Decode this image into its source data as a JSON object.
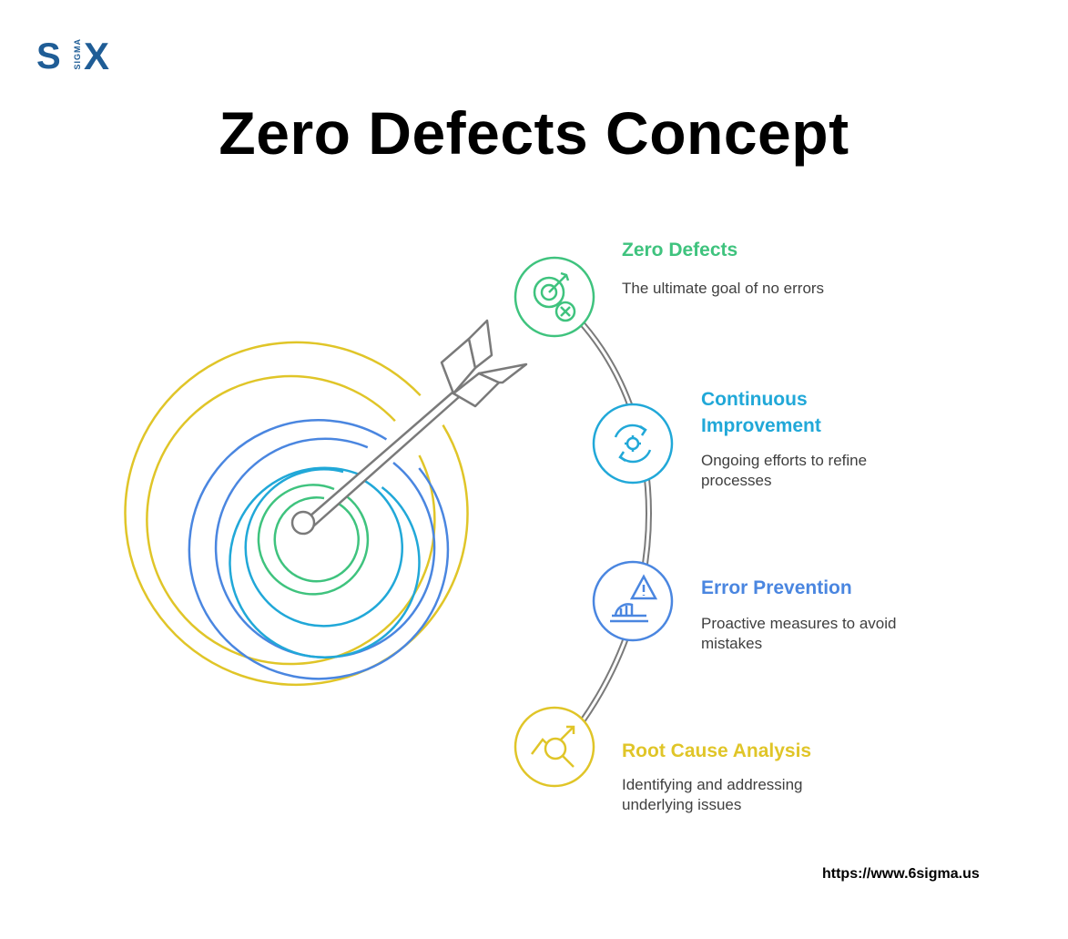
{
  "logo": {
    "s": "S",
    "sigma": "SIGMA",
    "x": "X"
  },
  "title": "Zero Defects Concept",
  "items": [
    {
      "title": "Zero Defects",
      "description": "The ultimate goal of no errors",
      "color": "#3fc37e",
      "icon": "target-cross-icon"
    },
    {
      "title": "Continuous Improvement",
      "description": "Ongoing efforts to refine processes",
      "color": "#21a8d8",
      "icon": "cycle-gear-icon"
    },
    {
      "title": "Error Prevention",
      "description": "Proactive measures to avoid mistakes",
      "color": "#4a86e0",
      "icon": "warning-gauge-icon"
    },
    {
      "title": "Root Cause Analysis",
      "description": "Identifying and addressing underlying issues",
      "color": "#e0c528",
      "icon": "chart-magnifier-icon"
    }
  ],
  "footer_url": "https://www.6sigma.us"
}
